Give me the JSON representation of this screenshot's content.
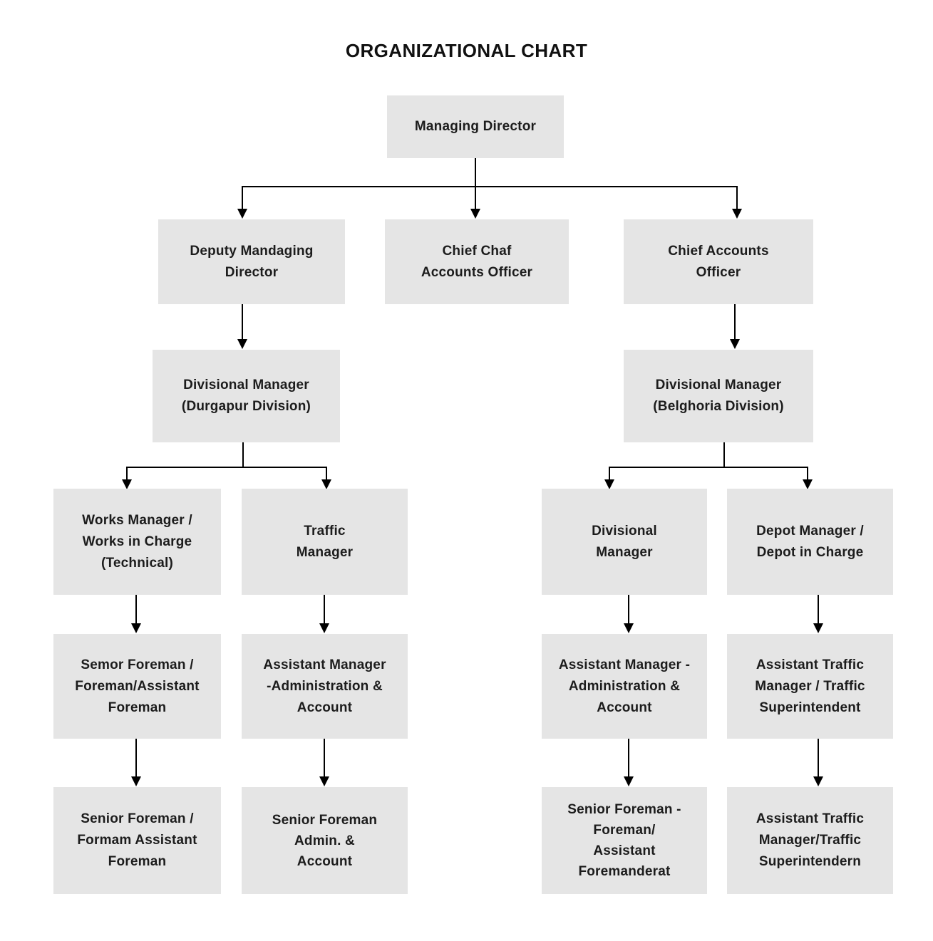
{
  "header": {
    "title": "ORGANIZATIONAL CHART"
  },
  "colors": {
    "box_fill": "#e5e5e5",
    "connector_line": "#000000",
    "background": "#ffffff",
    "text": "#1c1c1c"
  },
  "nodes": [
    {
      "id": "managing-director",
      "level": 1,
      "label": "Managing Director"
    },
    {
      "id": "deputy-managing-director",
      "level": 2,
      "label": "Deputy Mandaging\nDirector"
    },
    {
      "id": "chief-chaf-accounts-officer",
      "level": 2,
      "label": "Chief Chaf\nAccounts Officer"
    },
    {
      "id": "chief-accounts-officer",
      "level": 2,
      "label": "Chief Accounts\nOfficer"
    },
    {
      "id": "divisional-manager-durgapur",
      "level": 3,
      "label": "Divisional Manager\n(Durgapur Division)"
    },
    {
      "id": "divisional-manager-belghoria",
      "level": 3,
      "label": "Divisional Manager\n(Belghoria Division)"
    },
    {
      "id": "works-manager",
      "level": 4,
      "label": "Works Manager /\nWorks in Charge\n(Technical)"
    },
    {
      "id": "traffic-manager",
      "level": 4,
      "label": "Traffic\nManager"
    },
    {
      "id": "divisional-manager",
      "level": 4,
      "label": "Divisional\nManager"
    },
    {
      "id": "depot-manager",
      "level": 4,
      "label": "Depot Manager /\nDepot in Charge"
    },
    {
      "id": "semor-foreman",
      "level": 5,
      "label": "Semor Foreman /\nForeman/Assistant\nForeman"
    },
    {
      "id": "assistant-manager-admin-account-left",
      "level": 5,
      "label": "Assistant Manager\n-Administration &\nAccount"
    },
    {
      "id": "assistant-manager-admin-account-right",
      "level": 5,
      "label": "Assistant Manager -\nAdministration &\nAccount"
    },
    {
      "id": "assistant-traffic-manager-superintendent",
      "level": 5,
      "label": "Assistant Traffic\nManager / Traffic\nSuperintendent"
    },
    {
      "id": "senior-foreman-formam-assistant",
      "level": 6,
      "label": "Senior Foreman /\nFormam Assistant\nForeman"
    },
    {
      "id": "senior-foreman-admin-account",
      "level": 6,
      "label": "Senior Foreman\nAdmin. &\nAccount"
    },
    {
      "id": "senior-foreman-foremanderat",
      "level": 6,
      "label": "Senior Foreman -\nForeman/\nAssistant\nForemanderat"
    },
    {
      "id": "assistant-traffic-superintendern",
      "level": 6,
      "label": "Assistant Traffic\nManager/Traffic\nSuperintendern"
    }
  ]
}
